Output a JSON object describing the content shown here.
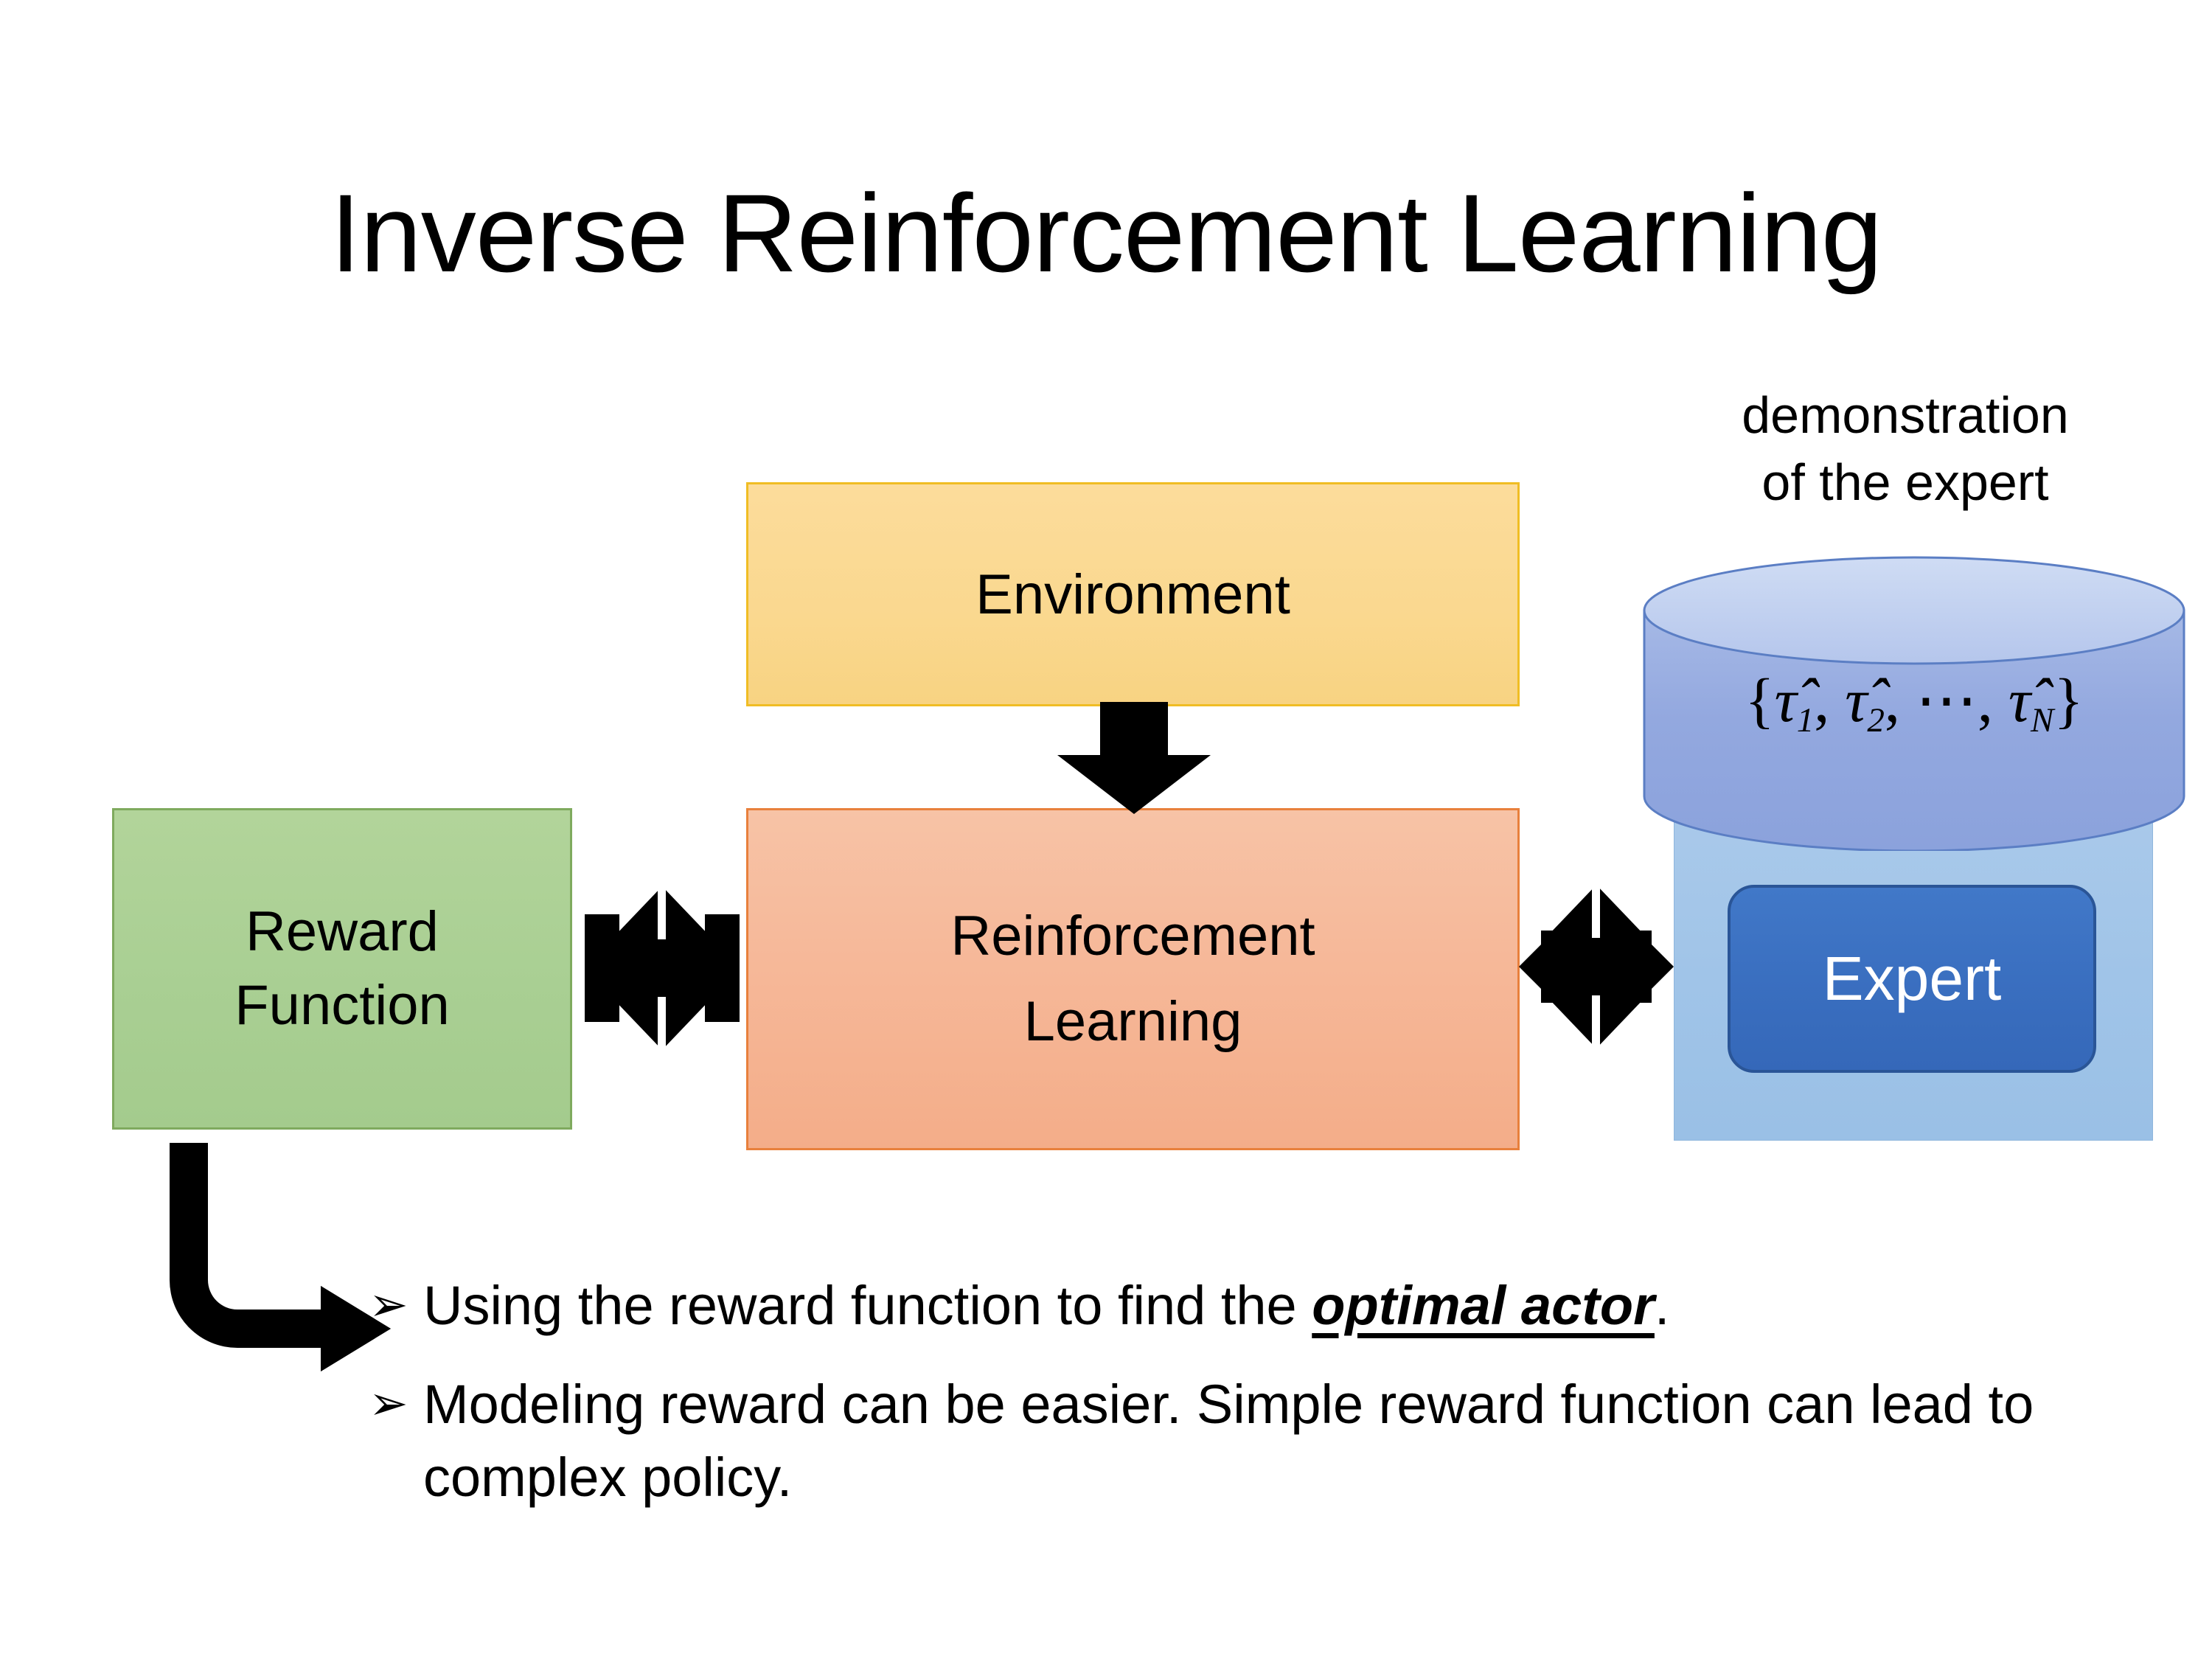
{
  "slide": {
    "title": "Inverse Reinforcement Learning",
    "background_color": "#ffffff"
  },
  "diagram": {
    "reward_box": {
      "line1": "Reward",
      "line2": "Function",
      "fill_color": "#a9cf93",
      "border_color": "#7faa5e"
    },
    "environment_box": {
      "label": "Environment",
      "fill_color": "#fad88f",
      "border_color": "#f0bd24"
    },
    "rl_box": {
      "line1": "Reinforcement",
      "line2": "Learning",
      "fill_color": "#f6b99a",
      "border_color": "#e8803c"
    },
    "expert_panel": {
      "caption_line1": "demonstration",
      "caption_line2": "of the expert",
      "cylinder_formula_plain": "{τ̂1, τ̂2, ⋯, τ̂N}",
      "cylinder_tokens": {
        "open_brace": "{",
        "tau1": "τ̂",
        "sub1": "1",
        "comma1": ", ",
        "tau2": "τ̂",
        "sub2": "2",
        "comma2": ", ",
        "ellipsis": "⋯",
        "comma3": ", ",
        "tauN": "τ̂",
        "subN": "N",
        "close_brace": "}"
      },
      "expert_label": "Expert",
      "cylinder_fill_color": "#8fa9de",
      "panel_fill_color": "#a0c4e8",
      "expert_fill_color": "#3a6fc0",
      "expert_text_color": "#ffffff"
    },
    "connectors": {
      "environment_to_rl": "down-arrow",
      "reward_to_rl": "four-way-arrow",
      "rl_to_expert": "four-way-arrow",
      "reward_to_bullet": "bent-arrow",
      "color": "#000000"
    }
  },
  "bullets": {
    "marker": "➢",
    "items": [
      {
        "prefix": "Using the reward function to find the ",
        "emphasis": "optimal actor",
        "suffix": "."
      },
      {
        "prefix": "Modeling reward can be easier. Simple reward function can lead to complex policy.",
        "emphasis": "",
        "suffix": ""
      }
    ]
  }
}
